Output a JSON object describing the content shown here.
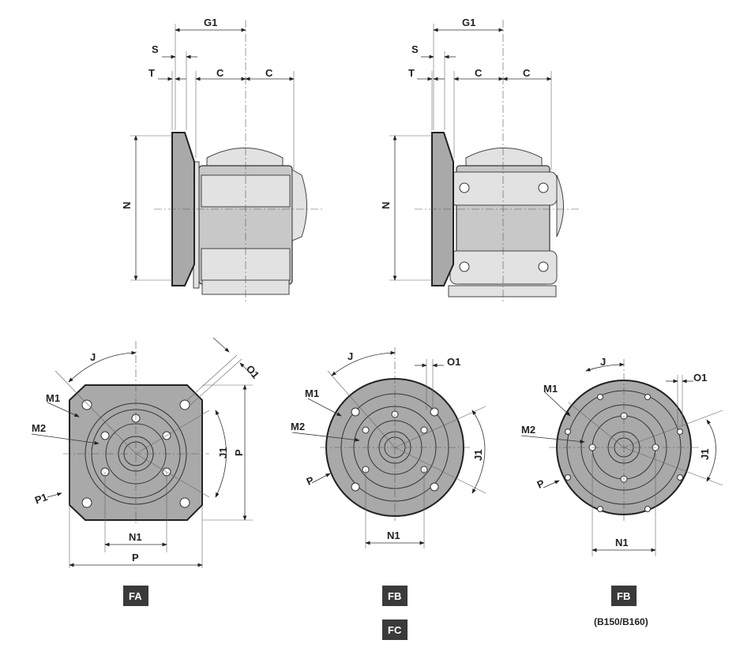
{
  "side_views": {
    "left": {
      "g1": "G1",
      "s": "S",
      "t": "T",
      "c1": "C",
      "c2": "C",
      "n": "N"
    },
    "right": {
      "g1": "G1",
      "s": "S",
      "t": "T",
      "c1": "C",
      "c2": "C",
      "n": "N"
    }
  },
  "flange_views": {
    "fa": {
      "j": "J",
      "o1": "O1",
      "m1": "M1",
      "m2": "M2",
      "p1": "P1",
      "j1": "J1",
      "p_vertical": "P",
      "n1": "N1",
      "p_horizontal": "P",
      "tag": "FA"
    },
    "fb_fc": {
      "j": "J",
      "o1": "O1",
      "m1": "M1",
      "m2": "M2",
      "p": "P",
      "j1": "J1",
      "n1": "N1",
      "tag1": "FB",
      "tag2": "FC"
    },
    "fb_b150": {
      "j": "J",
      "o1": "O1",
      "m1": "M1",
      "m2": "M2",
      "p": "P",
      "j1": "J1",
      "n1": "N1",
      "tag": "FB",
      "note": "(B150/B160)"
    }
  }
}
